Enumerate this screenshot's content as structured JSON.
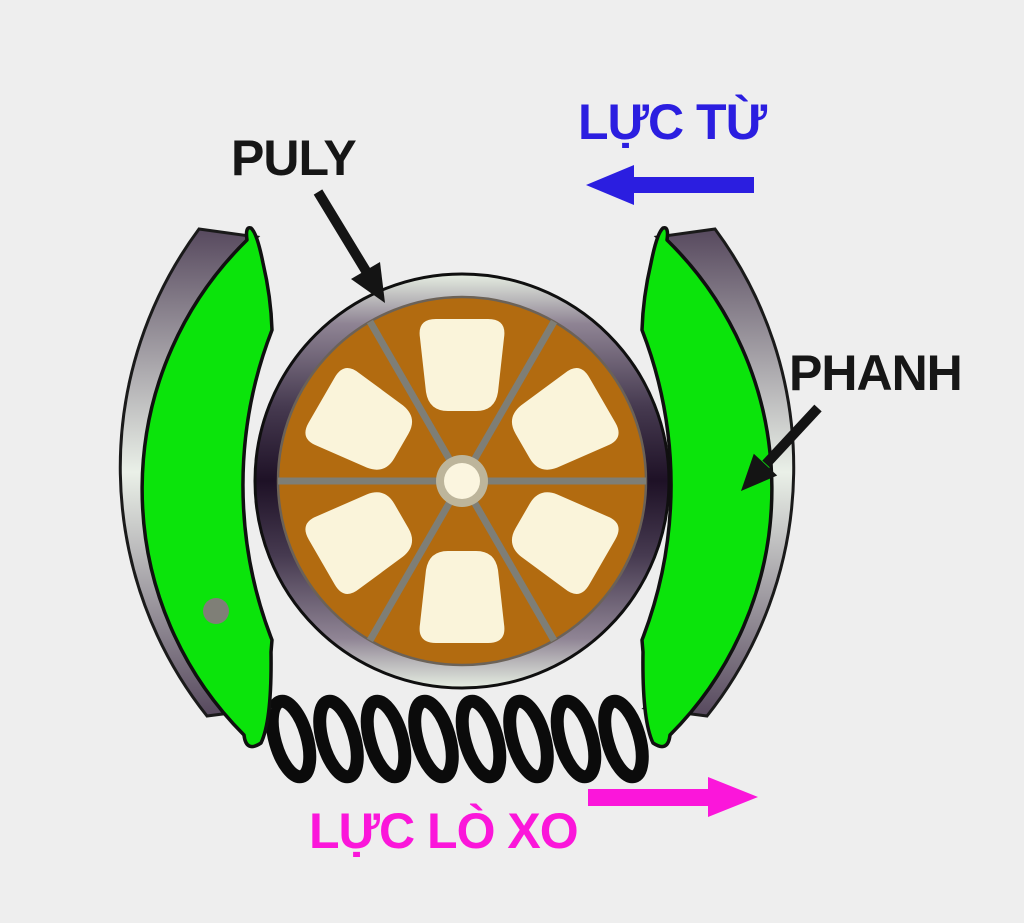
{
  "figure": {
    "title": "Centrifugal brake / pulley force diagram",
    "labels": {
      "pulley": "PULY",
      "magnetic_force": "LỰC TỪ",
      "brake": "PHANH",
      "spring_force": "LỰC LÒ XO"
    },
    "colors": {
      "background": "#eeeeee",
      "pulley_disc": "#b26b10",
      "pulley_disc_edge": "#6b6258",
      "pulley_insets": "#faf4da",
      "hub_ring": "#bdb59b",
      "hub_center": "#fbf5df",
      "spoke": "#7e7e76",
      "brake_shoe": "#0be40b",
      "brake_shoe_outline": "#101010",
      "pivot_dot": "#7f7f77",
      "spring": "#0b0b0b",
      "magnetic_force_arrow": "#2b1ee0",
      "spring_force_arrow": "#fb16da",
      "pointer_arrow": "#141414",
      "metal_light": "#e9efe7",
      "metal_dark": "#241530"
    }
  }
}
